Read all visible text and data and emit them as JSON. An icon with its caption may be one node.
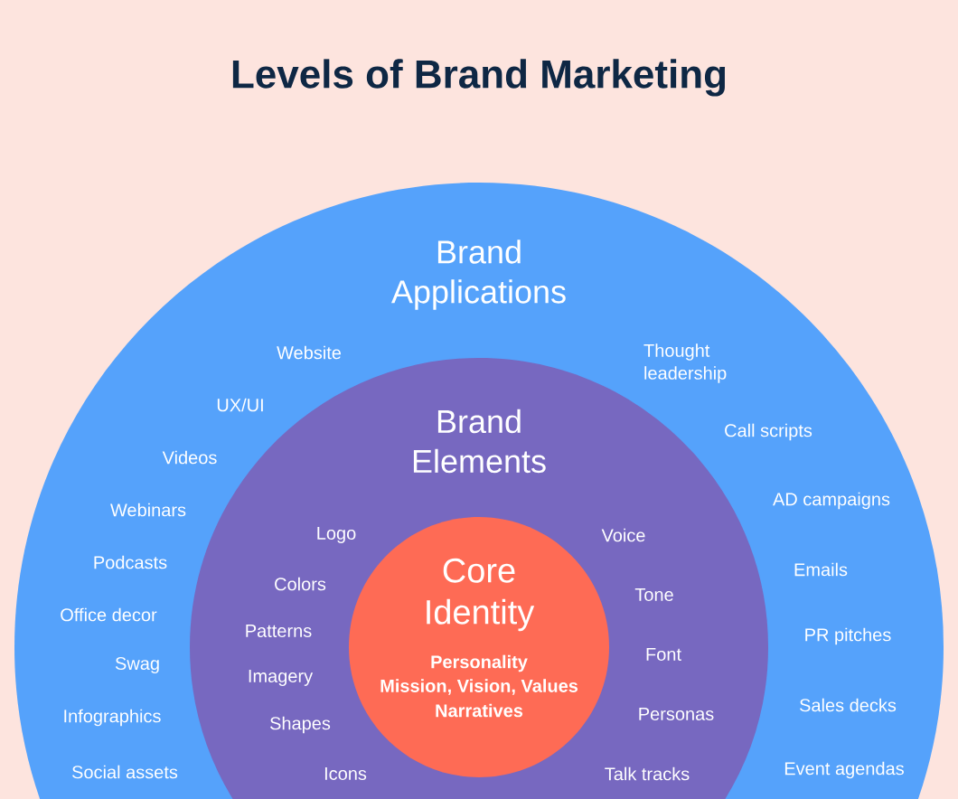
{
  "diagram": {
    "title": "Levels of Brand Marketing",
    "nodes": [
      {
        "text": [
          "Brand Applications",
          "Website",
          "UX/UI",
          "Videos",
          "Webinars",
          "Podcasts",
          "Office decor",
          "Swag",
          "Infographics",
          "Social assets",
          "Thought leadership",
          "Call scripts",
          "AD campaigns",
          "Emails",
          "PR pitches",
          "Sales decks",
          "Event agendas"
        ]
      },
      {
        "text": [
          "Brand Elements",
          "Logo",
          "Colors",
          "Patterns",
          "Imagery",
          "Shapes",
          "Icons",
          "Voice",
          "Tone",
          "Font",
          "Personas",
          "Talk tracks"
        ],
        "in": 0
      },
      {
        "text": [
          "Core Identity",
          "Personality",
          "Mission, Vision, Values",
          "Narratives"
        ],
        "in": 1
      }
    ]
  }
}
